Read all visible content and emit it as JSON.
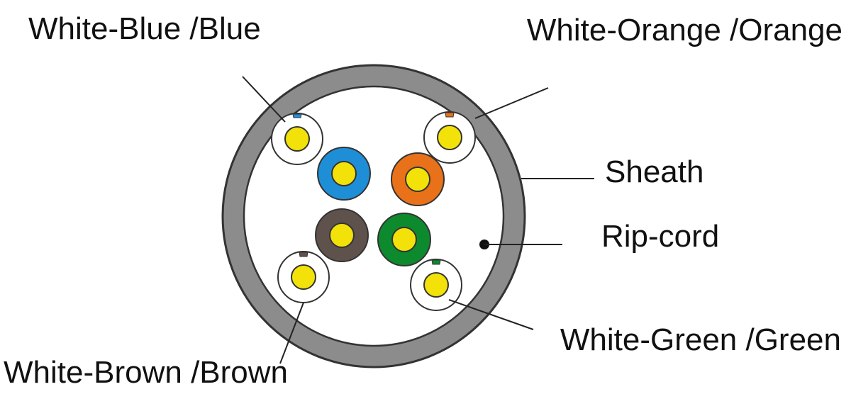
{
  "labels": {
    "white_blue": "White-Blue /Blue",
    "white_orange": "White-Orange /Orange",
    "sheath": "Sheath",
    "rip_cord": "Rip-cord",
    "white_green": "White-Green /Green",
    "white_brown": "White-Brown /Brown"
  },
  "colors": {
    "sheath": "#8c8c8c",
    "sheath_outline": "#333333",
    "blue": "#1e8fd6",
    "orange": "#e8711a",
    "brown": "#5f524c",
    "green": "#0c8a2d",
    "conductor": "#f2e20a",
    "white_insulation": "#ffffff",
    "rip_cord": "#111111"
  }
}
